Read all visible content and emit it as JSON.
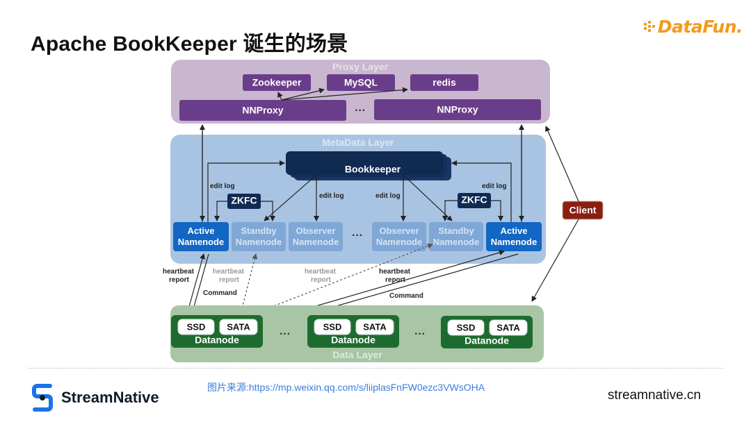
{
  "slide": {
    "title": "Apache BookKeeper 诞生的场景",
    "brand_logo_text": "DataFun.",
    "source_prefix": "图片来源:",
    "source_url": "https://mp.weixin.qq.com/s/liiplasFnFW0ezc3VWsOHA",
    "footer_brand": "StreamNative",
    "footer_site": "streamnative.cn"
  },
  "colors": {
    "proxy_layer_bg": "#c9b6cf",
    "purple_box": "#6a3d8a",
    "meta_layer_bg": "#a9c4e2",
    "dark_navy": "#102a52",
    "active_blue": "#1266c4",
    "standby_blue": "#7fa8d6",
    "client_red": "#8a1f12",
    "data_layer_bg": "#a8c6a6",
    "datanode_green": "#1e6b30",
    "brand_orange": "#f39a1e",
    "source_link": "#3b7de0"
  },
  "diagram": {
    "proxy_layer": {
      "label": "Proxy Layer",
      "zookeeper": "Zookeeper",
      "mysql": "MySQL",
      "redis": "redis",
      "nnproxy_left": "NNProxy",
      "nnproxy_right": "NNProxy",
      "ellipsis": "···"
    },
    "meta_layer": {
      "label": "MetaData Layer",
      "bookkeeper": "Bookkeeper",
      "zkfc_left": "ZKFC",
      "zkfc_right": "ZKFC",
      "edit_log": "edit log",
      "ellipsis": "···",
      "nodes": [
        {
          "line1": "Active",
          "line2": "Namenode"
        },
        {
          "line1": "Standby",
          "line2": "Namenode"
        },
        {
          "line1": "Observer",
          "line2": "Namenode"
        },
        {
          "line1": "Observer",
          "line2": "Namenode"
        },
        {
          "line1": "Standby",
          "line2": "Namenode"
        },
        {
          "line1": "Active",
          "line2": "Namenode"
        }
      ]
    },
    "client": "Client",
    "links": {
      "heartbeat": "heartbeat",
      "report": "report",
      "command": "Command"
    },
    "data_layer": {
      "label": "Data Layer",
      "ssd": "SSD",
      "sata": "SATA",
      "datanode": "Datanode",
      "ellipsis": "···"
    }
  }
}
